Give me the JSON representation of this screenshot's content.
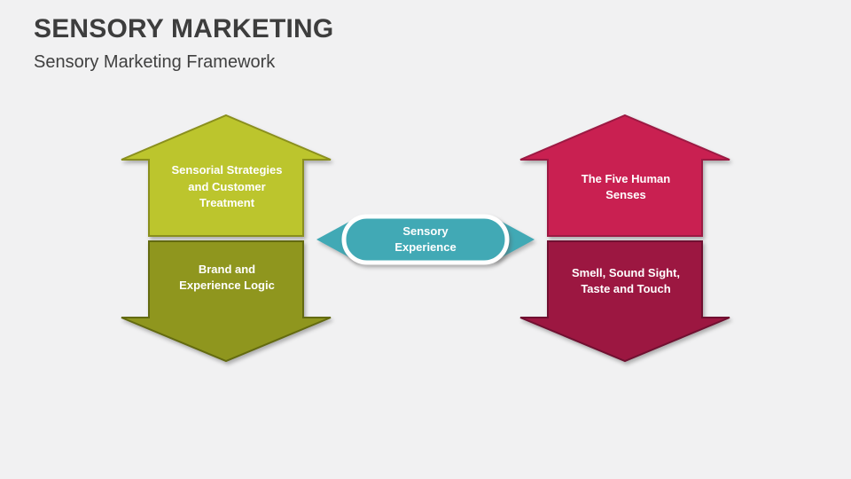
{
  "slide": {
    "title": "SENSORY MARKETING",
    "subtitle": "Sensory Marketing Framework"
  },
  "colors": {
    "background": "#F1F1F2",
    "title_text": "#3D3D3D",
    "subtitle_text": "#404040",
    "label_text": "#FFFFFF",
    "pill_ring": "#FFFFFF"
  },
  "diagram": {
    "center_pill": {
      "label": "Sensory\nExperience",
      "fill": "#41A9B5"
    },
    "left_column": {
      "up_arrow": {
        "label": "Sensorial Strategies\nand Customer\nTreatment",
        "fill": "#BCC52D",
        "border": "#8A8F1D"
      },
      "down_arrow": {
        "label": "Brand and\nExperience Logic",
        "fill": "#8F961E",
        "border": "#636A10"
      }
    },
    "right_column": {
      "up_arrow": {
        "label": "The Five Human\nSenses",
        "fill": "#C92051",
        "border": "#9C1A43"
      },
      "down_arrow": {
        "label": "Smell, Sound Sight,\nTaste and Touch",
        "fill": "#9C1741",
        "border": "#701031"
      }
    }
  }
}
